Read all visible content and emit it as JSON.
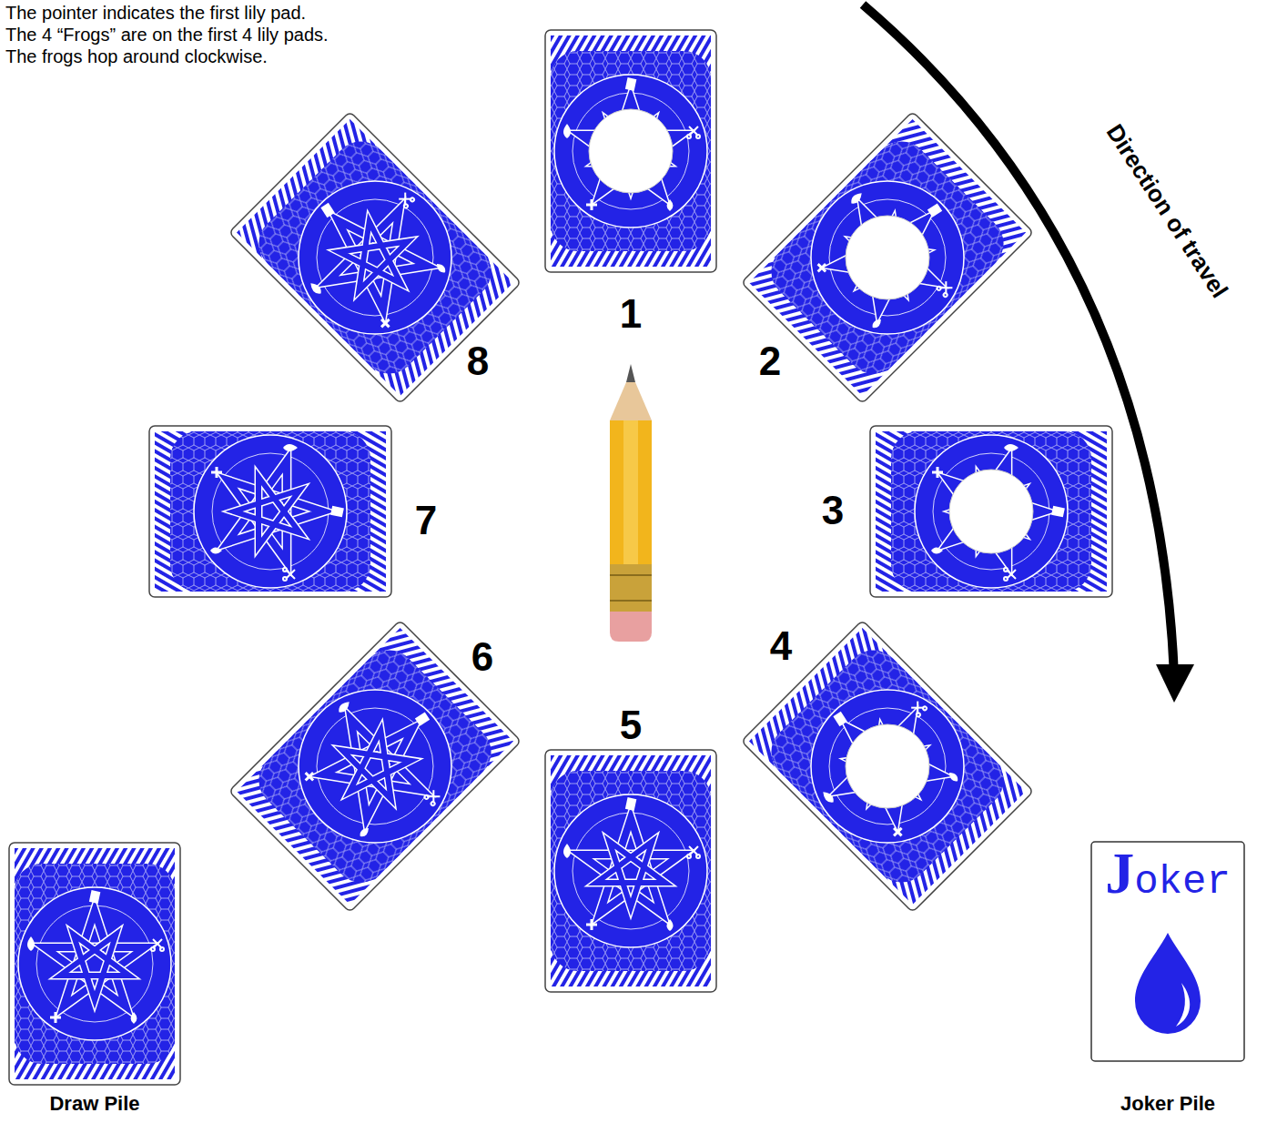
{
  "diagram": {
    "nodes": [
      {
        "text": [
          "1"
        ]
      },
      {
        "text": [
          "2"
        ]
      },
      {
        "text": [
          "3"
        ]
      },
      {
        "text": [
          "4"
        ]
      },
      {
        "text": [
          "5"
        ]
      },
      {
        "text": [
          "6"
        ]
      },
      {
        "text": [
          "7"
        ]
      },
      {
        "text": [
          "8"
        ]
      },
      {
        "text": [
          "Draw Pile"
        ]
      },
      {
        "text": [
          "Joker",
          "Joker Pile"
        ]
      }
    ],
    "labels": [
      "The pointer indicates the first lily pad.",
      "The 4 “Frogs” are on the first 4 lily pads.",
      "The frogs hop around clockwise.",
      "Direction of travel"
    ]
  }
}
